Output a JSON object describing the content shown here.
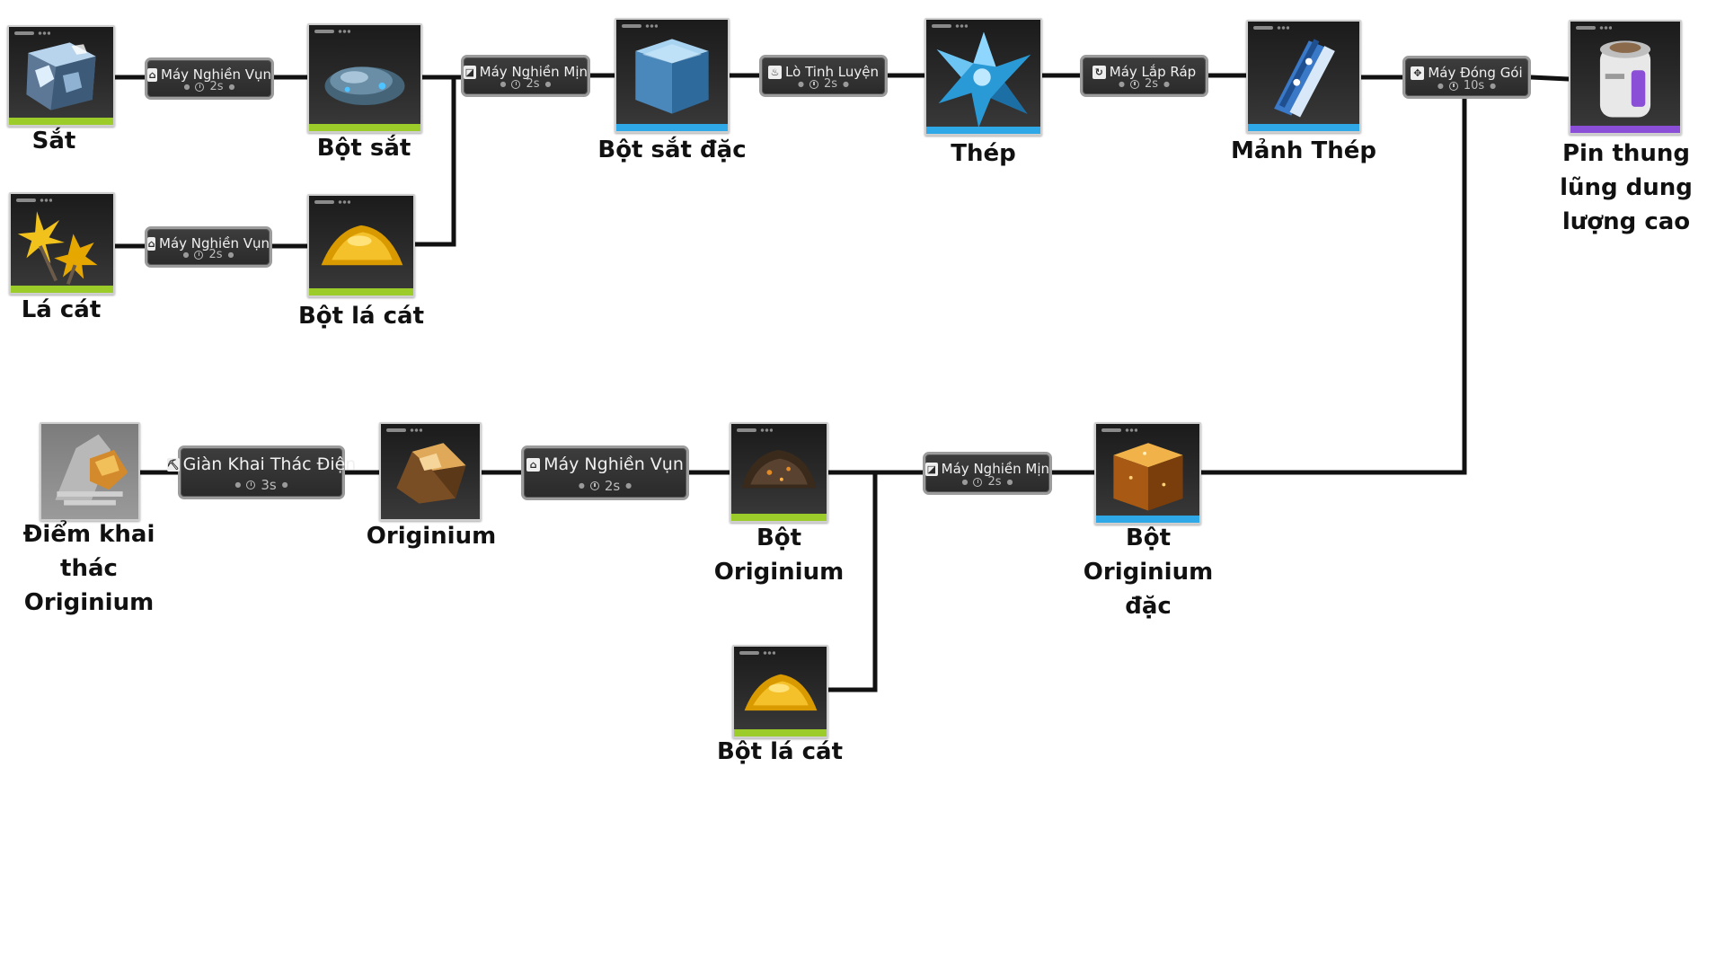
{
  "items": [
    {
      "id": "sat",
      "label": "Sắt",
      "rarity_color": "#9ccc2a",
      "icon": "iron-ore-icon"
    },
    {
      "id": "bot-sat",
      "label": "Bột sắt",
      "rarity_color": "#9ccc2a",
      "icon": "iron-powder-icon"
    },
    {
      "id": "la-cat",
      "label": "Lá cát",
      "rarity_color": "#9ccc2a",
      "icon": "sandleaf-icon"
    },
    {
      "id": "bot-la-cat-1",
      "label": "Bột lá cát",
      "rarity_color": "#9ccc2a",
      "icon": "sandleaf-powder-icon"
    },
    {
      "id": "bot-sat-dac",
      "label": "Bột sắt đặc",
      "rarity_color": "#2ea8e6",
      "icon": "dense-iron-powder-icon"
    },
    {
      "id": "thep",
      "label": "Thép",
      "rarity_color": "#2ea8e6",
      "icon": "steel-icon"
    },
    {
      "id": "manh-thep",
      "label": "Mảnh Thép",
      "rarity_color": "#2ea8e6",
      "icon": "steel-part-icon"
    },
    {
      "id": "pin",
      "label": "Pin thung lũng dung lượng cao",
      "rarity_color": "#8a4fd6",
      "icon": "battery-icon"
    },
    {
      "id": "diem-khai-thac",
      "label": "Điểm khai thác Originium",
      "rarity_color": "",
      "icon": "originium-deposit-icon"
    },
    {
      "id": "originium",
      "label": "Originium",
      "rarity_color": "",
      "icon": "originium-ore-icon"
    },
    {
      "id": "bot-originium",
      "label": "Bột Originium",
      "rarity_color": "#9ccc2a",
      "icon": "originium-powder-icon"
    },
    {
      "id": "bot-originium-dac",
      "label": "Bột Originium đặc",
      "rarity_color": "#2ea8e6",
      "icon": "dense-originium-powder-icon"
    },
    {
      "id": "bot-la-cat-2",
      "label": "Bột lá cát",
      "rarity_color": "#9ccc2a",
      "icon": "sandleaf-powder-icon"
    }
  ],
  "machines": [
    {
      "id": "m1",
      "name": "Máy Nghiền Vụn",
      "time": "2s",
      "icon": "shredder-icon"
    },
    {
      "id": "m2",
      "name": "Máy Nghiền Vụn",
      "time": "2s",
      "icon": "shredder-icon"
    },
    {
      "id": "m3",
      "name": "Máy Nghiền Mịn",
      "time": "2s",
      "icon": "grinder-icon"
    },
    {
      "id": "m4",
      "name": "Lò Tinh Luyện",
      "time": "2s",
      "icon": "refinery-icon"
    },
    {
      "id": "m5",
      "name": "Máy Lắp Ráp",
      "time": "2s",
      "icon": "assembler-icon"
    },
    {
      "id": "m6",
      "name": "Máy Đóng Gói",
      "time": "10s",
      "icon": "packager-icon"
    },
    {
      "id": "m7",
      "name": "Giàn Khai Thác Điện",
      "time": "3s",
      "icon": "electric-mining-rig-icon"
    },
    {
      "id": "m8",
      "name": "Máy Nghiền Vụn",
      "time": "2s",
      "icon": "shredder-icon"
    },
    {
      "id": "m9",
      "name": "Máy Nghiền Mịn",
      "time": "2s",
      "icon": "grinder-icon"
    }
  ],
  "colors": {
    "wire": "#111111",
    "machine_bg": "#333333",
    "machine_border": "#9c9c9c",
    "rarity_green": "#9ccc2a",
    "rarity_blue": "#2ea8e6",
    "rarity_purple": "#8a4fd6"
  }
}
